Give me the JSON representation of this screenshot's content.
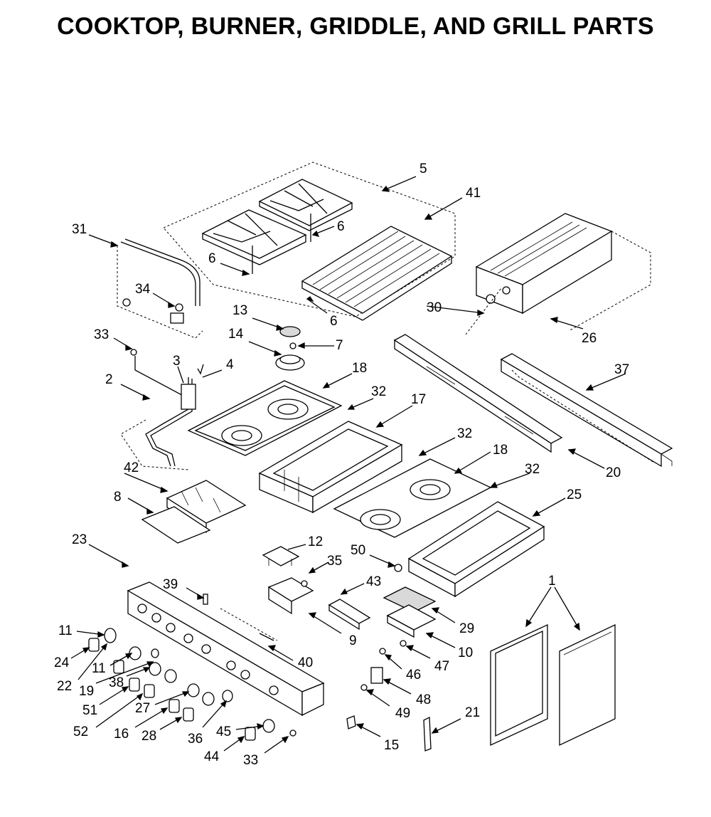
{
  "title": "COOKTOP, BURNER, GRIDDLE, AND GRILL PARTS",
  "callouts": {
    "c1": "1",
    "c2": "2",
    "c3": "3",
    "c4": "4",
    "c5": "5",
    "c6a": "6",
    "c6b": "6",
    "c6c": "6",
    "c7": "7",
    "c8": "8",
    "c9": "9",
    "c10": "10",
    "c11a": "11",
    "c11b": "11",
    "c12": "12",
    "c13": "13",
    "c14": "14",
    "c15": "15",
    "c16": "16",
    "c17": "17",
    "c18a": "18",
    "c18b": "18",
    "c19": "19",
    "c20": "20",
    "c21": "21",
    "c22": "22",
    "c23": "23",
    "c24": "24",
    "c25": "25",
    "c26": "26",
    "c27": "27",
    "c28": "28",
    "c29": "29",
    "c30": "30",
    "c31": "31",
    "c32a": "32",
    "c32b": "32",
    "c32c": "32",
    "c33a": "33",
    "c33b": "33",
    "c34": "34",
    "c35": "35",
    "c36": "36",
    "c37": "37",
    "c38": "38",
    "c39": "39",
    "c40": "40",
    "c41": "41",
    "c42": "42",
    "c43": "43",
    "c44": "44",
    "c45": "45",
    "c46": "46",
    "c47": "47",
    "c48": "48",
    "c49": "49",
    "c50": "50",
    "c51": "51",
    "c52": "52"
  }
}
